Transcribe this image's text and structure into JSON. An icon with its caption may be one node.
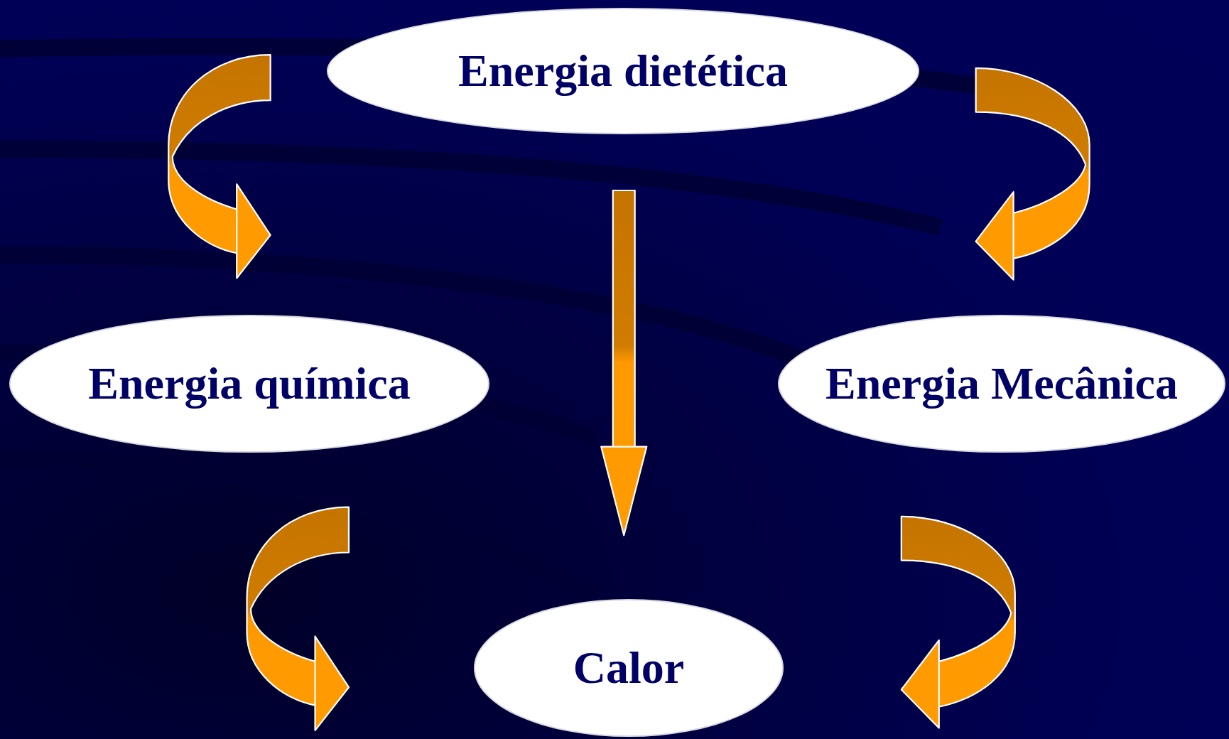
{
  "diagram": {
    "nodes": [
      {
        "text": [
          "Energia dietética"
        ]
      },
      {
        "text": [
          "Energia química"
        ]
      },
      {
        "text": [
          "Energia Mecânica"
        ]
      },
      {
        "text": [
          "Calor"
        ]
      }
    ],
    "edges": [
      {
        "from": 0,
        "to": 1,
        "arrow": "to"
      },
      {
        "from": 0,
        "to": 2,
        "arrow": "to"
      },
      {
        "from": 0,
        "to": 3,
        "arrow": "to"
      },
      {
        "from": 1,
        "to": 3,
        "arrow": "to"
      },
      {
        "from": 2,
        "to": 3,
        "arrow": "to"
      }
    ]
  }
}
